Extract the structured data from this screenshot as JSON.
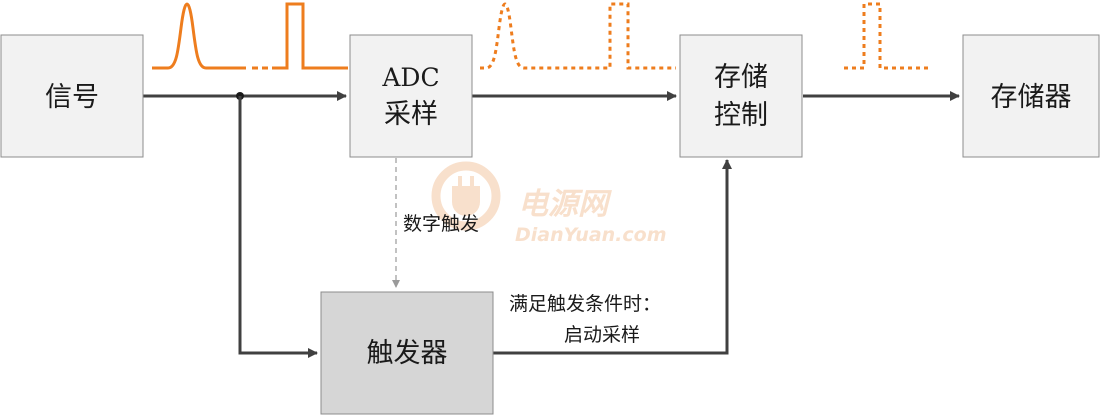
{
  "nodes": {
    "signal": "信号",
    "adc_line1": "ADC",
    "adc_line2": "采样",
    "storage_ctrl_line1": "存储",
    "storage_ctrl_line2": "控制",
    "memory": "存储器",
    "trigger": "触发器"
  },
  "edges": {
    "digital_trigger": "数字触发",
    "trigger_condition_line1": "满足触发条件时：",
    "trigger_condition_line2": "启动采样"
  },
  "watermark": {
    "cn": "电源网",
    "en": "DianYuan.com"
  },
  "colors": {
    "pulse": "#ee7d1e",
    "arrow": "#404040",
    "box_fill": "#f2f2f2",
    "trigger_fill": "#d6d6d6",
    "watermark": "#f4c7a3"
  }
}
